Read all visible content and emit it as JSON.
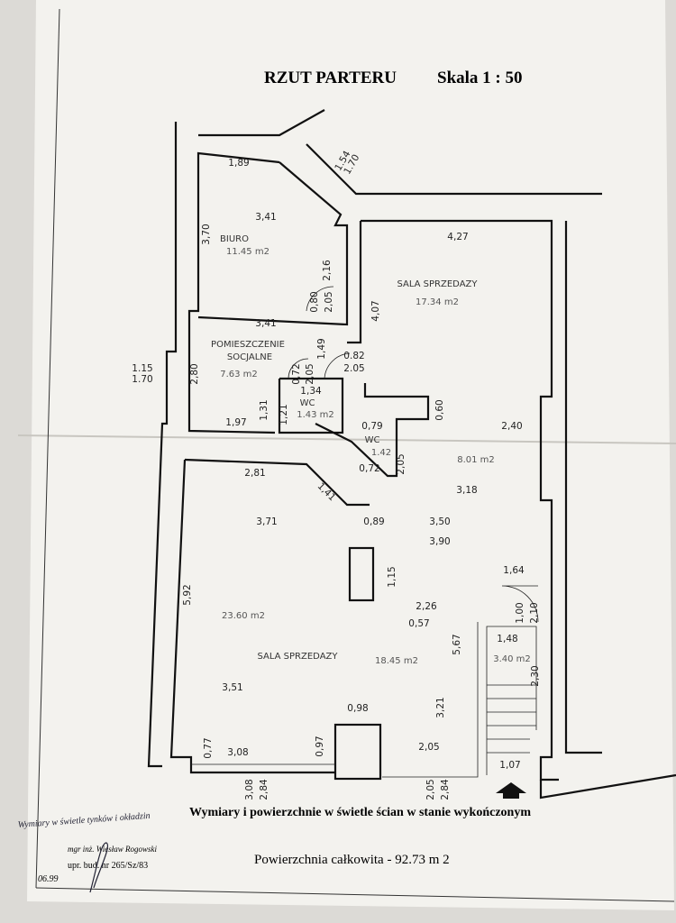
{
  "title": "RZUT PARTERU",
  "scale": "Skala 1 : 50",
  "rooms": [
    {
      "name": "BIURO",
      "area": "11.45 m2"
    },
    {
      "name": "SALA SPRZEDAZY",
      "area": "17.34 m2"
    },
    {
      "name": "POMIESZCZENIE",
      "name2": "SOCJALNE",
      "area": "7.63 m2"
    },
    {
      "name": "WC",
      "area": "1.43 m2"
    },
    {
      "name": "WC",
      "area": "1.42"
    },
    {
      "name": "",
      "area": "8.01 m2"
    },
    {
      "name": "",
      "area": "23.60 m2"
    },
    {
      "name": "SALA SPRZEDAZY",
      "area": "18.45 m2"
    },
    {
      "name": "",
      "area": "3.40 m2"
    }
  ],
  "dimensions_horizontal": [
    "1,89",
    "3,41",
    "4,27",
    "3,41",
    "1,34",
    "1,97",
    "2,40",
    "0,79",
    "0,72",
    "3,18",
    "2,81",
    "3,71",
    "0,89",
    "3,50",
    "3,90",
    "1,64",
    "2,26",
    "0,57",
    "1,48",
    "3,51",
    "0,98",
    "3,08",
    "2,05",
    "1,07"
  ],
  "dimensions_vertical": [
    "3,70",
    "2,16",
    "4,07",
    "1,49",
    "2,80",
    "1,31",
    "1,21",
    "0,60",
    "2,05",
    "1,15",
    "5,92",
    "5,67",
    "3,21",
    "2,30",
    "0,77",
    "0,97",
    "1,41"
  ],
  "openings": [
    {
      "w": "1.54",
      "h": "1.70"
    },
    {
      "w": "0,80",
      "h": "2,05"
    },
    {
      "w": "0.82",
      "h": "2.05"
    },
    {
      "w": "0,72",
      "h": "2,05"
    },
    {
      "w": "1.15",
      "h": "1.70"
    },
    {
      "w": "1,00",
      "h": "2,10"
    },
    {
      "w": "3,08",
      "h": "2,84"
    },
    {
      "w": "2,05",
      "h": "2,84"
    }
  ],
  "notes": {
    "caption": "Wymiary i powierzchnie w świetle ścian w stanie wykończonym",
    "total_area": "Powierzchnia całkowita - 92.73 m 2",
    "author": "mgr inż. Wiesław Rogowski",
    "license": "upr. bud. nr 265/Sz/83",
    "handwritten_note": "Wymiary w świetle tynków i okładzin",
    "handwritten_date": "06.99"
  },
  "colors": {
    "paper": "#f3f2ee",
    "ink": "#111111",
    "background": "#dcdad6"
  }
}
